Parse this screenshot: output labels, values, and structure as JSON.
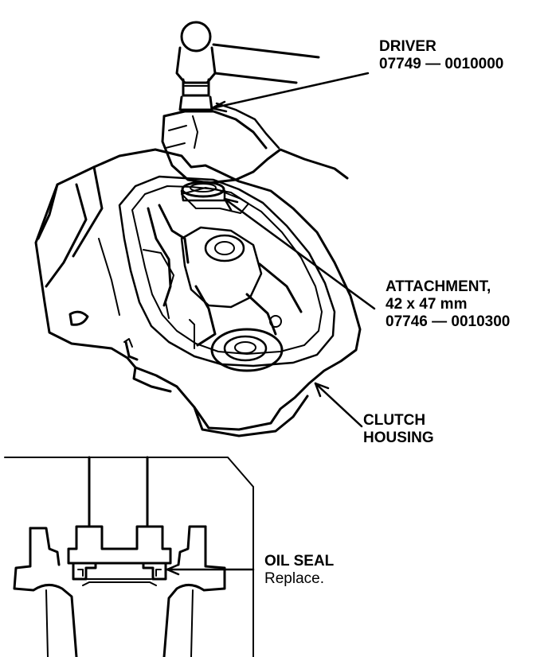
{
  "labels": {
    "driver": {
      "name": "DRIVER",
      "part_number": "07749 — 0010000"
    },
    "attachment": {
      "name": "ATTACHMENT,",
      "size": "42 x 47 mm",
      "part_number": "07746 — 0010300"
    },
    "clutch_housing": {
      "line1": "CLUTCH",
      "line2": "HOUSING"
    },
    "oil_seal": {
      "name": "OIL SEAL",
      "note": "Replace."
    }
  },
  "icons": [
    "driver-tool-icon",
    "hand-icon",
    "clutch-housing-icon",
    "oil-seal-section-icon",
    "leader-arrow-icon"
  ]
}
